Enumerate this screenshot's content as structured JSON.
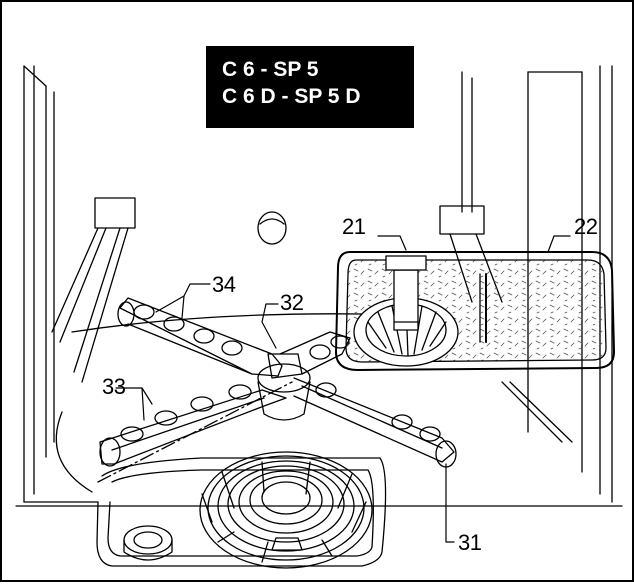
{
  "model_box": {
    "line1": "C 6 - SP 5",
    "line2": "C 6 D - SP 5 D"
  },
  "callouts": {
    "c21": "21",
    "c22": "22",
    "c31": "31",
    "c32": "32",
    "c33": "33",
    "c34": "34"
  },
  "colors": {
    "line": "#000000",
    "background": "#ffffff",
    "label_box": "#000000"
  }
}
